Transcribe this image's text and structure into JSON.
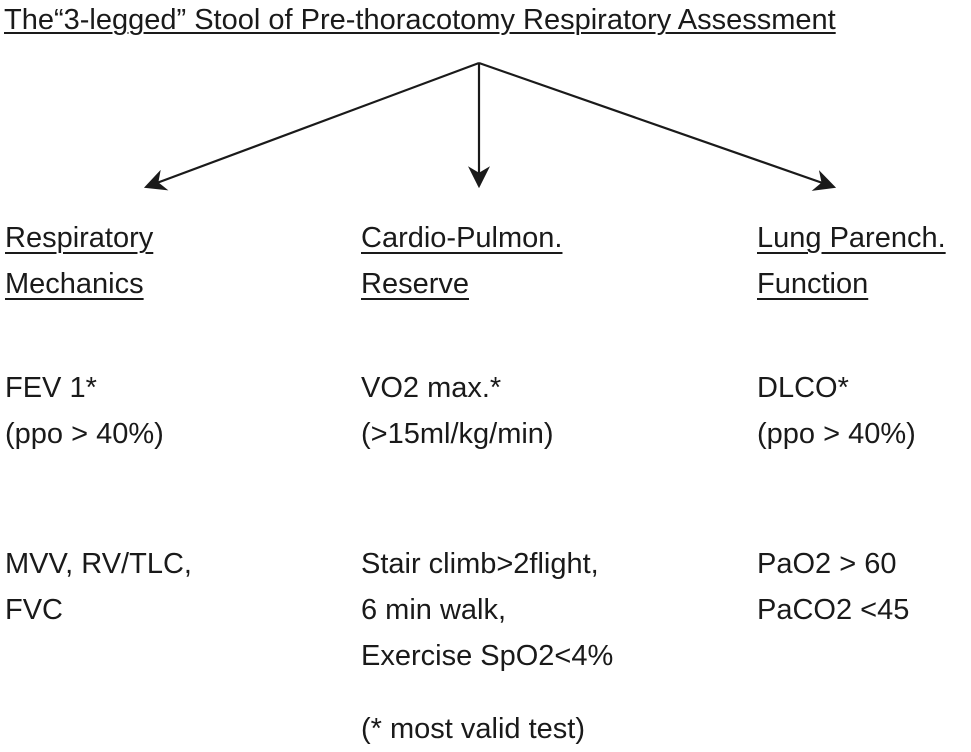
{
  "title": "The“3-legged” Stool of Pre-thoracotomy Respiratory Assessment",
  "columns": [
    {
      "heading": [
        "Respiratory",
        "Mechanics"
      ],
      "primary": [
        "FEV 1*",
        "(ppo > 40%)"
      ],
      "secondary": [
        "MVV, RV/TLC,",
        "FVC"
      ]
    },
    {
      "heading": [
        "Cardio-Pulmon.",
        "Reserve"
      ],
      "primary": [
        "VO2 max.*",
        "(>15ml/kg/min)"
      ],
      "secondary": [
        "Stair climb>2flight,",
        "6 min walk,",
        "Exercise SpO2<4%"
      ]
    },
    {
      "heading": [
        "Lung Parench.",
        "Function"
      ],
      "primary": [
        "DLCO*",
        "(ppo > 40%)"
      ],
      "secondary": [
        "PaO2 > 60",
        "PaCO2 <45"
      ]
    }
  ],
  "footnote": "(* most valid test)"
}
